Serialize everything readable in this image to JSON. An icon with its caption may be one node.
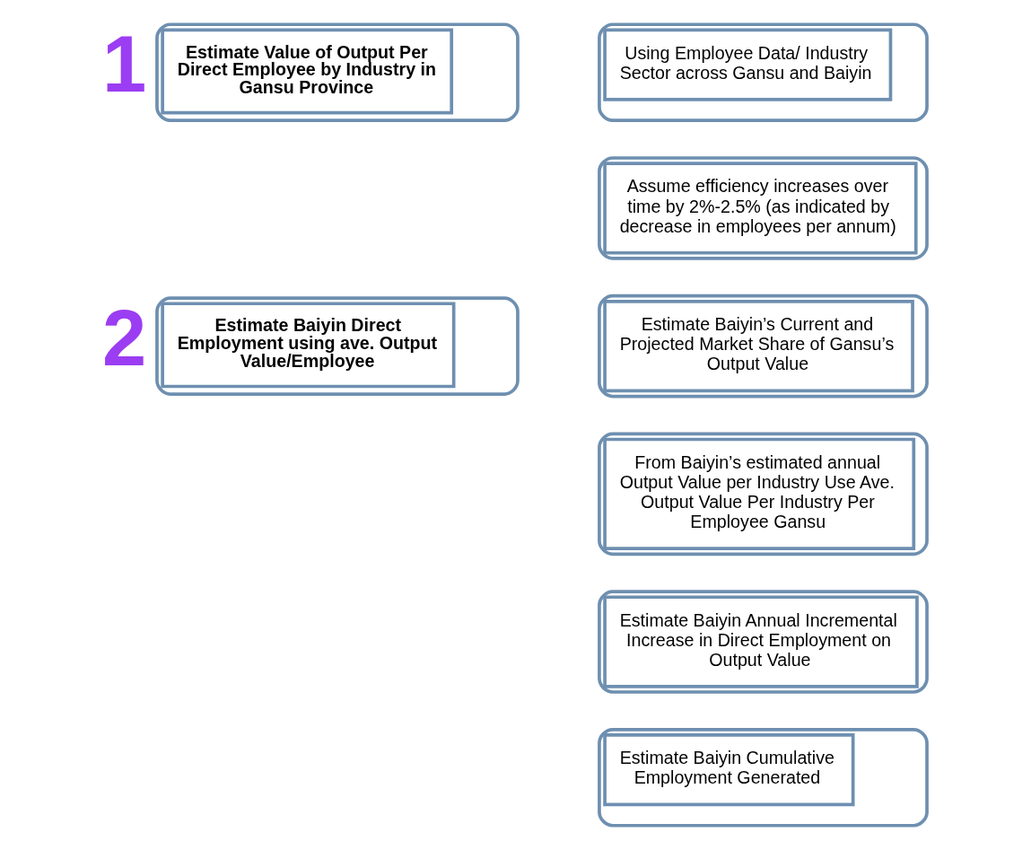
{
  "diagram": {
    "nodes": [
      {
        "text": [
          "Estimate Value of Output Per Direct Employee by Industry in Gansu Province"
        ],
        "beside": [
          "1"
        ]
      },
      {
        "text": [
          "Estimate Baiyin Direct Employment using ave. Output Value/Employee"
        ],
        "beside": [
          "2"
        ]
      },
      {
        "text": [
          "Using Employee Data/ Industry Sector across Gansu and Baiyin"
        ]
      },
      {
        "text": [
          "Assume efficiency increases over time by 2%-2.5% (as indicated by decrease in employees per annum)"
        ]
      },
      {
        "text": [
          "Estimate Baiyin’s Current and Projected Market Share of Gansu’s Output Value"
        ]
      },
      {
        "text": [
          "From Baiyin’s estimated annual Output Value per Industry Use Ave. Output Value Per Industry Per Employee Gansu"
        ]
      },
      {
        "text": [
          "Estimate Baiyin Annual Incremental Increase in Direct Employment on Output Value"
        ]
      },
      {
        "text": [
          "Estimate Baiyin Cumulative Employment Generated"
        ]
      }
    ],
    "edges": []
  }
}
